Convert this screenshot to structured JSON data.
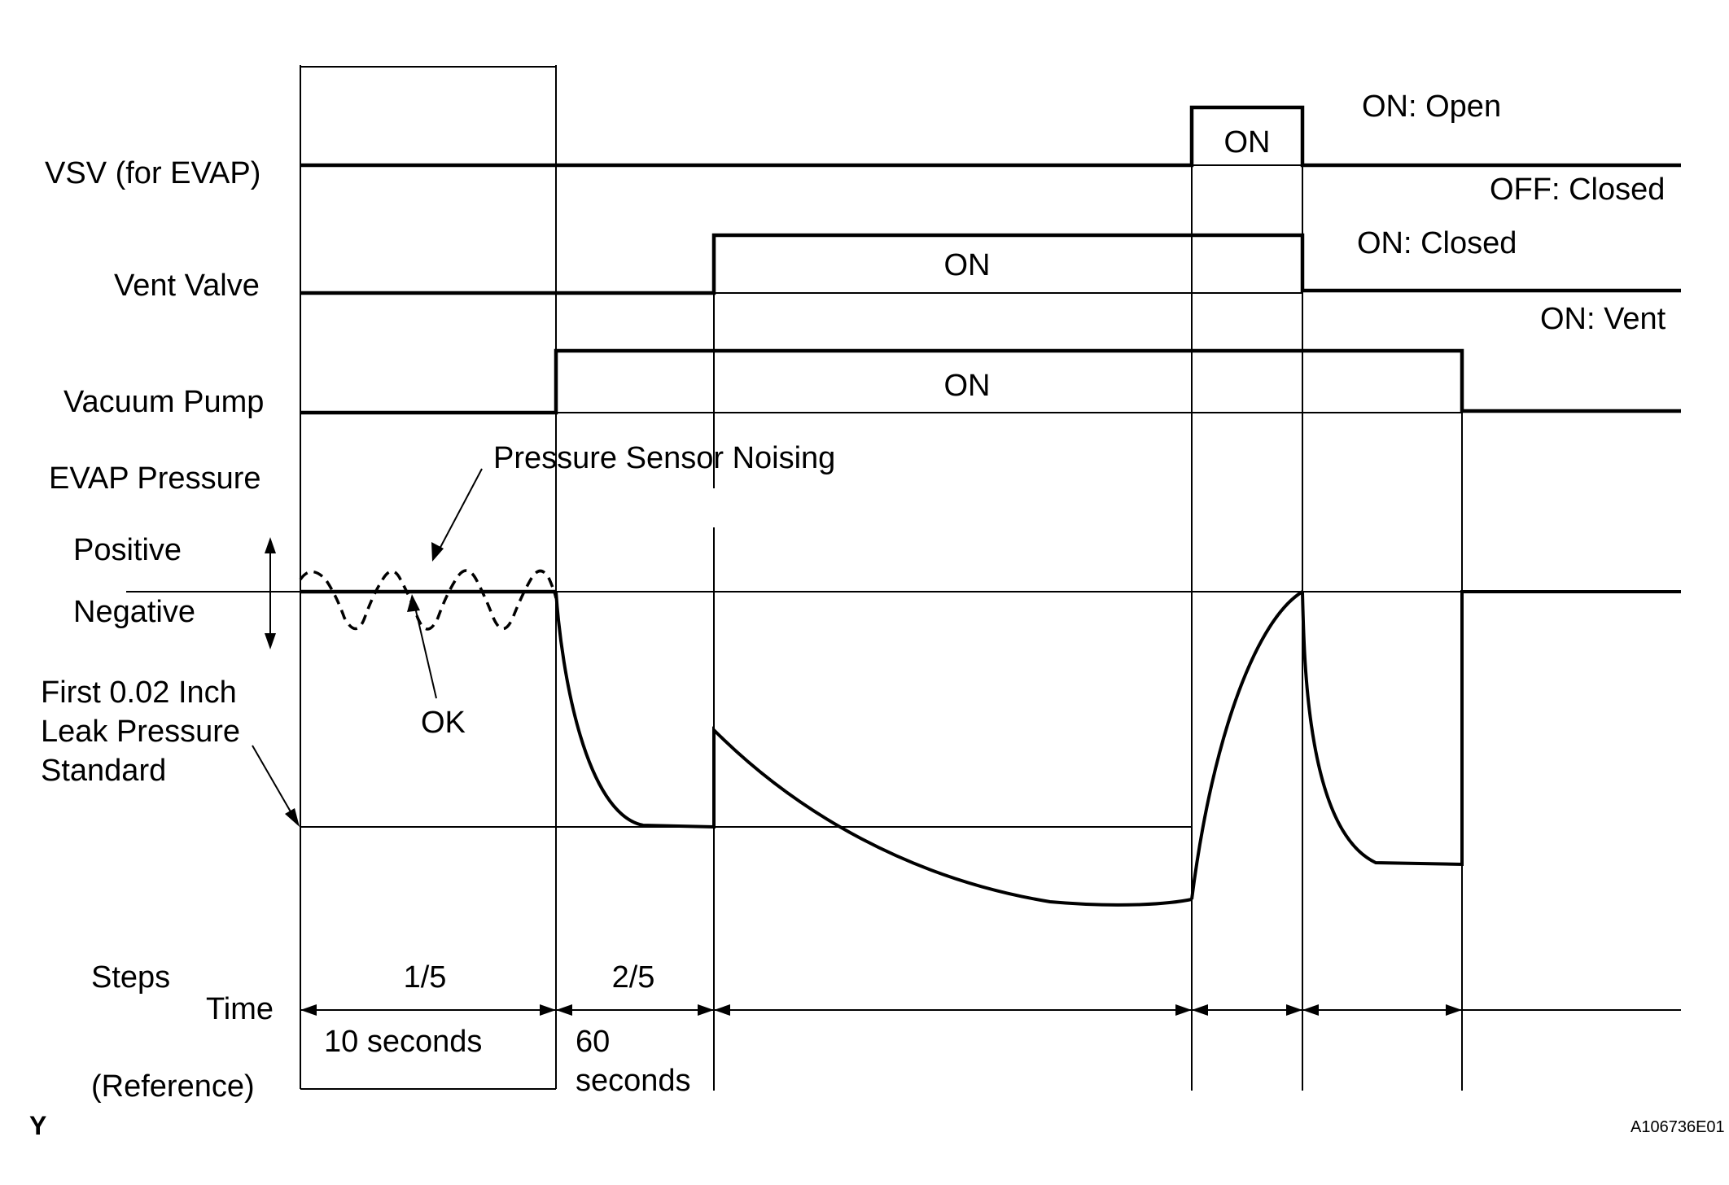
{
  "labels": {
    "vsv": "VSV (for EVAP)",
    "vent_valve": "Vent Valve",
    "vacuum_pump": "Vacuum Pump",
    "evap_pressure": "EVAP Pressure",
    "positive": "Positive",
    "negative": "Negative",
    "leak_line1": "First 0.02 Inch",
    "leak_line2": "Leak Pressure",
    "leak_line3": "Standard",
    "steps": "Steps",
    "time": "Time",
    "reference": "(Reference)",
    "corner_mark": "Y",
    "figure_code": "A106736E01"
  },
  "legend": {
    "vsv_on": "ON: Open",
    "vsv_off": "OFF: Closed",
    "vent_on_closed": "ON: Closed",
    "vent_on_vent": "ON: Vent"
  },
  "states": {
    "vsv_on": "ON",
    "vent_on": "ON",
    "pump_on": "ON"
  },
  "annotations": {
    "noise": "Pressure Sensor Noising",
    "ok": "OK"
  },
  "steps": {
    "step1": "1/5",
    "step2": "2/5"
  },
  "durations": {
    "d1": "10 seconds",
    "d2_line1": "60",
    "d2_line2": "seconds"
  }
}
